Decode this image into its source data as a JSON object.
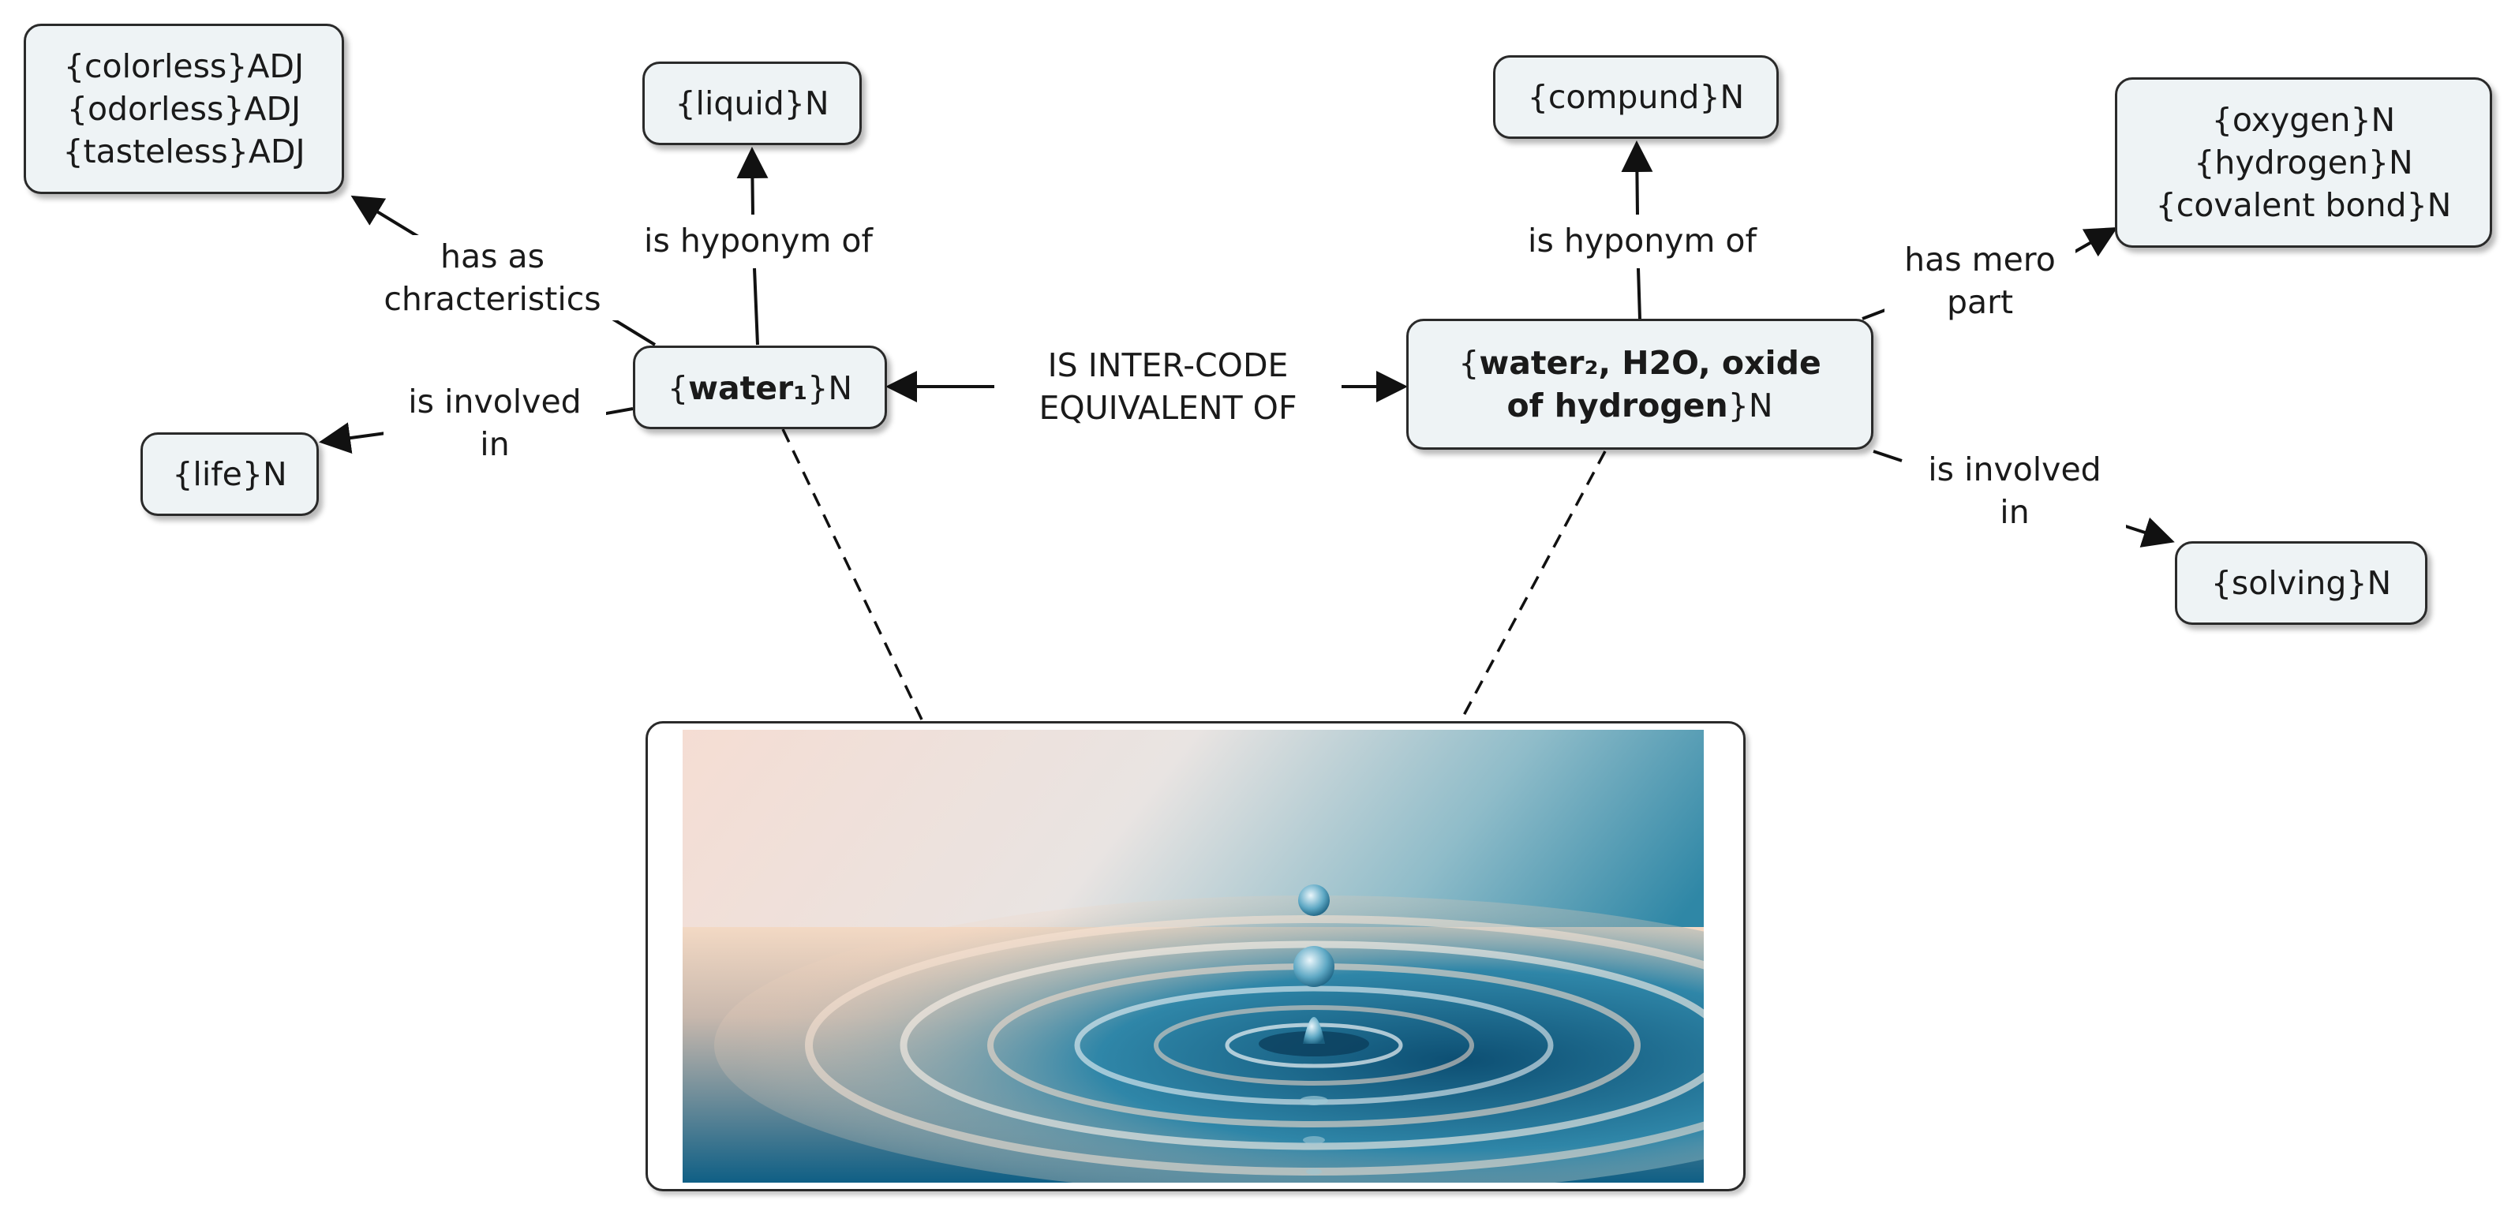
{
  "nodes": {
    "characteristics": [
      "{colorless}ADJ",
      "{odorless}ADJ",
      "{tasteless}ADJ"
    ],
    "liquid": "{liquid}N",
    "compund": "{compund}N",
    "parts": [
      "{oxygen}N",
      "{hydrogen}N",
      "{covalent bond}N"
    ],
    "water1": {
      "open": "{",
      "bold": "water₁",
      "close": "}N"
    },
    "water2": {
      "open": "{",
      "bold_line1": "water₂, H2O, oxide",
      "bold_line2": "of hydrogen",
      "close": "}N"
    },
    "life": "{life}N",
    "solving": "{solving}N"
  },
  "edges": {
    "has_characteristics": [
      "has as",
      "chracteristics"
    ],
    "hyponym_left": "is hyponym of",
    "hyponym_right": "is hyponym of",
    "inter_code": [
      "IS INTER-CODE",
      "EQUIVALENT  OF"
    ],
    "has_mero": [
      "has mero",
      "part"
    ],
    "involved_left": [
      "is involved",
      "in"
    ],
    "involved_right": [
      "is involved",
      "in"
    ]
  },
  "image": {
    "subject": "water-droplet-ripples-photo"
  },
  "colors": {
    "node_fill": "#eef3f5",
    "node_border": "#2a2a2a",
    "line": "#111111"
  }
}
